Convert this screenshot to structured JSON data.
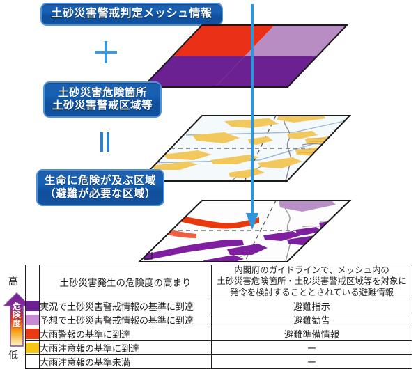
{
  "diagram": {
    "layers": [
      {
        "id": "mesh-info",
        "label_lines": [
          "土砂災害警戒判定メッシュ情報"
        ],
        "description": "土砂災害警戒判定メッシュ情報の面",
        "cells": [
          {
            "name": "red-cell",
            "color": "#ea3117"
          },
          {
            "name": "light-purple-cell",
            "color": "#b78dc4"
          },
          {
            "name": "dark-purple-cell",
            "color": "#6b2191"
          }
        ]
      },
      {
        "id": "hazard-areas",
        "label_lines": [
          "土砂災害危険箇所",
          "土砂災害警戒区域等"
        ],
        "description": "土砂災害危険箇所・土砂災害警戒区域等の分布図",
        "cells": [
          {
            "name": "hazard-zone",
            "color": "#f2c75c"
          },
          {
            "name": "map-base",
            "color": "#f4f9fc"
          }
        ]
      },
      {
        "id": "life-danger-areas",
        "label_lines": [
          "生命に危険が及ぶ区域",
          "（避難が必要な区域）"
        ],
        "description": "生命に危険が及ぶ区域（避難が必要な区域）の分布図",
        "cells": [
          {
            "name": "red-zone",
            "color": "#e8380d"
          },
          {
            "name": "light-purple-zone",
            "color": "#b98fc8"
          },
          {
            "name": "dark-purple-zone",
            "color": "#7d1f9e"
          }
        ]
      }
    ],
    "operators": {
      "plus": "+",
      "equals": "="
    },
    "flow_arrow": "downward-flow-arrow"
  },
  "legend_table": {
    "axis": {
      "high_label": "高",
      "low_label": "低",
      "arrow_text": [
        "危",
        "険",
        "度"
      ],
      "gradient_top": "#6b2191",
      "gradient_mid": "#ea3117",
      "gradient_bottom": "#fbe9a0"
    },
    "headers": {
      "swatch": "",
      "criteria": "土砂災害発生の危険度の高まり",
      "action_lines": [
        "内閣府のガイドラインで、メッシュ内の",
        "土砂災害危険箇所・土砂災害警戒区域等を対象に",
        "発令を検討することとされている避難情報"
      ]
    },
    "rows": [
      {
        "swatch_color": "#6b2191",
        "swatch_name": "dark-purple-swatch",
        "criteria": "実況で土砂災害警戒情報の基準に到達",
        "action": "避難指示"
      },
      {
        "swatch_color": "#c68bd2",
        "swatch_name": "light-purple-swatch",
        "criteria": "予想で土砂災害警戒情報の基準に到達",
        "action": "避難勧告"
      },
      {
        "swatch_color": "#ea3a14",
        "swatch_name": "red-swatch",
        "criteria": "大雨警報の基準に到達",
        "action": "避難準備情報"
      },
      {
        "swatch_color": "#f5c518",
        "swatch_name": "yellow-swatch",
        "criteria": "大雨注意報の基準に到達",
        "action": "ー"
      },
      {
        "swatch_color": "#ffffff",
        "swatch_name": "white-swatch",
        "criteria": "大雨注意報の基準未満",
        "action": "ー"
      }
    ]
  }
}
